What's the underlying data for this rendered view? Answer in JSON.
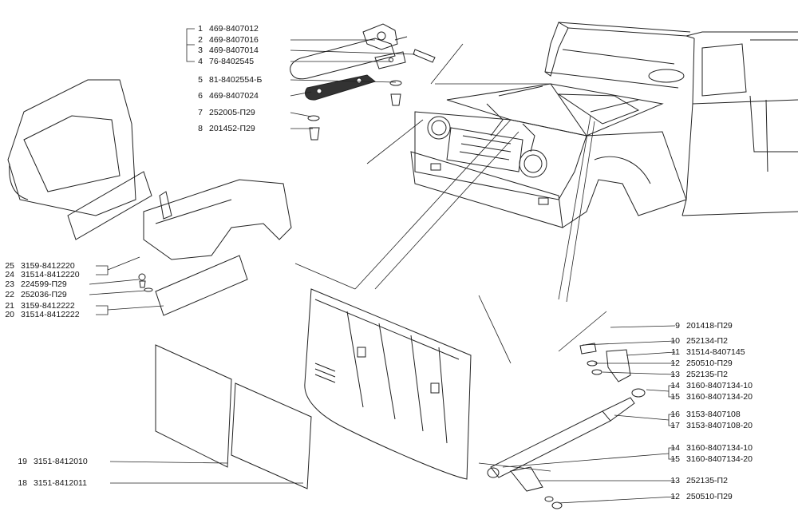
{
  "labels": {
    "l1": {
      "num": "1",
      "part": "469-8407012"
    },
    "l2": {
      "num": "2",
      "part": "469-8407016"
    },
    "l3": {
      "num": "3",
      "part": "469-8407014"
    },
    "l4": {
      "num": "4",
      "part": "76-8402545"
    },
    "l5": {
      "num": "5",
      "part": "81-8402554-Б"
    },
    "l6": {
      "num": "6",
      "part": "469-8407024"
    },
    "l7": {
      "num": "7",
      "part": "252005-П29"
    },
    "l8": {
      "num": "8",
      "part": "201452-П29"
    },
    "l9": {
      "num": "9",
      "part": "201418-П29"
    },
    "l10": {
      "num": "10",
      "part": "252134-П2"
    },
    "l11": {
      "num": "11",
      "part": "31514-8407145"
    },
    "l12": {
      "num": "12",
      "part": "250510-П29"
    },
    "l13": {
      "num": "13",
      "part": "252135-П2"
    },
    "l14": {
      "num": "14",
      "part": "3160-8407134-10"
    },
    "l15": {
      "num": "15",
      "part": "3160-8407134-20"
    },
    "l16": {
      "num": "16",
      "part": "3153-8407108"
    },
    "l17": {
      "num": "17",
      "part": "3153-8407108-20"
    },
    "l14b": {
      "num": "14",
      "part": "3160-8407134-10"
    },
    "l15b": {
      "num": "15",
      "part": "3160-8407134-20"
    },
    "l13b": {
      "num": "13",
      "part": "252135-П2"
    },
    "l12b": {
      "num": "12",
      "part": "250510-П29"
    },
    "l25": {
      "num": "25",
      "part": "3159-8412220"
    },
    "l24": {
      "num": "24",
      "part": "31514-8412220"
    },
    "l23": {
      "num": "23",
      "part": "224599-П29"
    },
    "l22": {
      "num": "22",
      "part": "252036-П29"
    },
    "l21": {
      "num": "21",
      "part": "3159-8412222"
    },
    "l20": {
      "num": "20",
      "part": "31514-8412222"
    },
    "l19": {
      "num": "19",
      "part": "3151-8412010"
    },
    "l18": {
      "num": "18",
      "part": "3151-8412011"
    }
  }
}
